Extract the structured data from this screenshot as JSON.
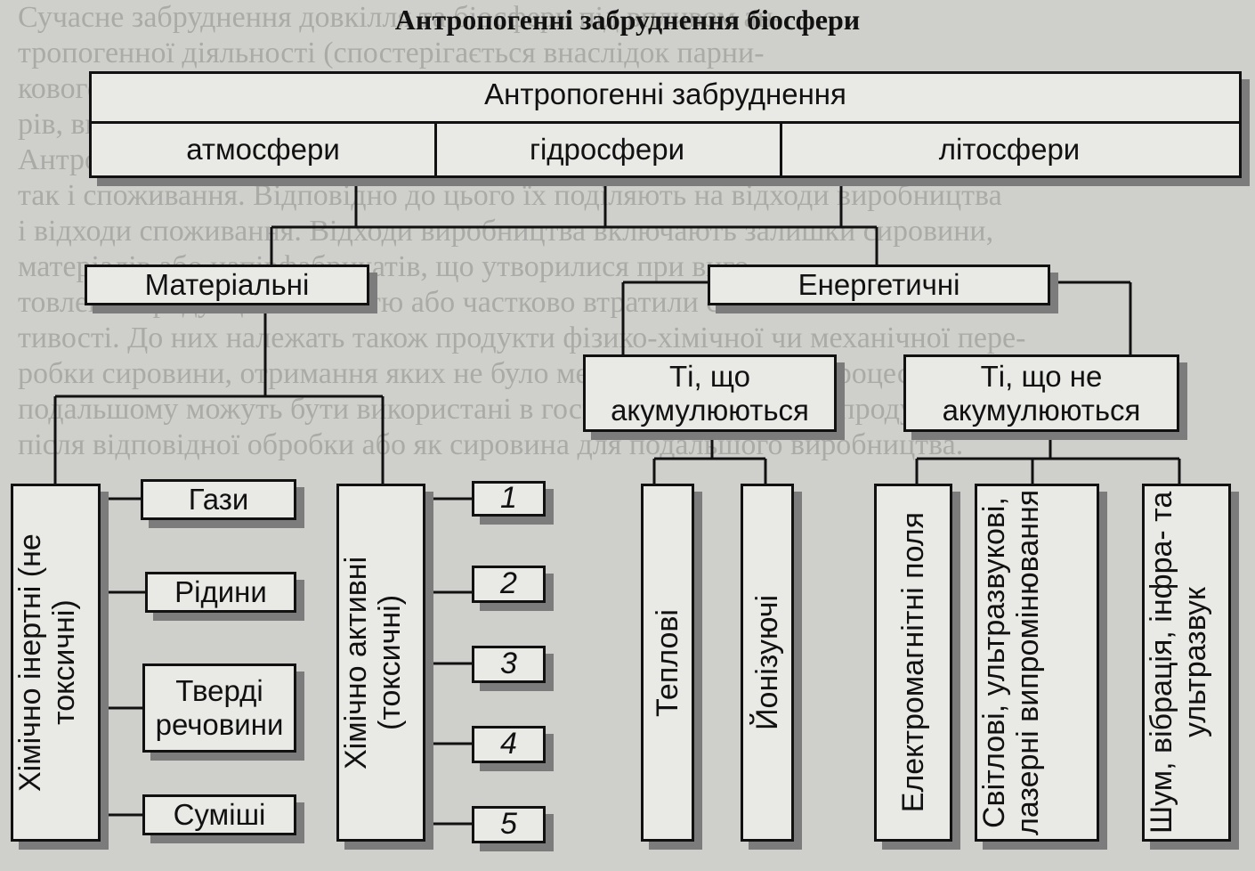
{
  "title": "Антропогенні забруднення біосфери",
  "header": {
    "title": "Антропогенні забруднення",
    "subs": [
      "атмосфери",
      "гідросфери",
      "літосфери"
    ]
  },
  "level2": {
    "material": "Матеріальні",
    "energy": "Енергетичні"
  },
  "material": {
    "inert": "Хімічно інертні (не токсичні)",
    "active": "Хімічно активні (токсичні)",
    "inert_items": [
      "Гази",
      "Рідини",
      "Тверді речовини",
      "Суміші"
    ],
    "active_items": [
      "1",
      "2",
      "3",
      "4",
      "5"
    ]
  },
  "energy": {
    "accum": "Ті, що акумулюються",
    "nonaccum": "Ті, що не акумулюються",
    "accum_items": [
      "Теплові",
      "Йонізуючі"
    ],
    "nonaccum_items": [
      "Електромагнітні поля",
      "Світлові, ультразвукові, лазерні випромінювання",
      "Шум, вібрація, інфра- та ультразвук"
    ]
  }
}
